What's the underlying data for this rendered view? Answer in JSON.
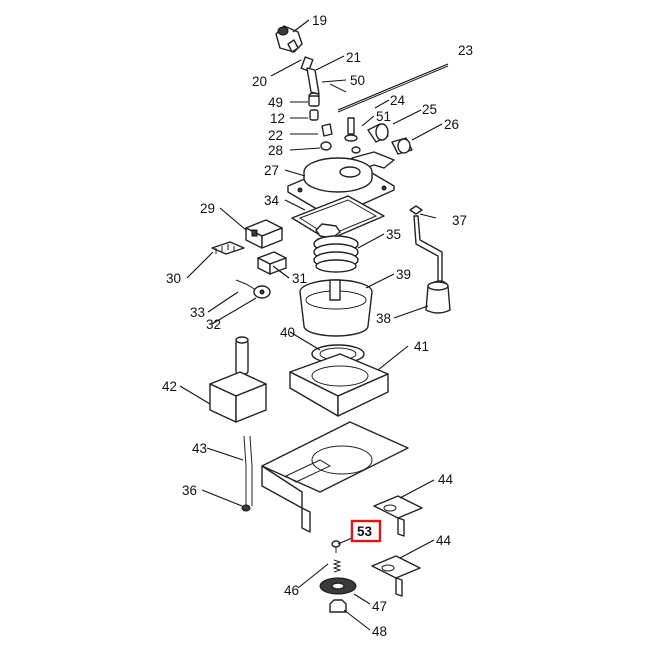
{
  "diagram": {
    "highlight": {
      "label": "53",
      "color": "#e01616"
    },
    "callouts": {
      "c19": "19",
      "c20": "20",
      "c21": "21",
      "c23": "23",
      "c50": "50",
      "c49": "49",
      "c24": "24",
      "c12": "12",
      "c51": "51",
      "c25": "25",
      "c22": "22",
      "c26": "26",
      "c28": "28",
      "c27": "27",
      "c34": "34",
      "c29": "29",
      "c37": "37",
      "c35": "35",
      "c30": "30",
      "c31": "31",
      "c39": "39",
      "c33": "33",
      "c38": "38",
      "c32": "32",
      "c40": "40",
      "c41": "41",
      "c42": "42",
      "c43": "43",
      "c44a": "44",
      "c36": "36",
      "c44b": "44",
      "c46": "46",
      "c47": "47",
      "c48": "48"
    },
    "icons": [
      "tube-icon",
      "coil-icon",
      "pump-icon",
      "knob-icon",
      "screw-icon"
    ]
  }
}
